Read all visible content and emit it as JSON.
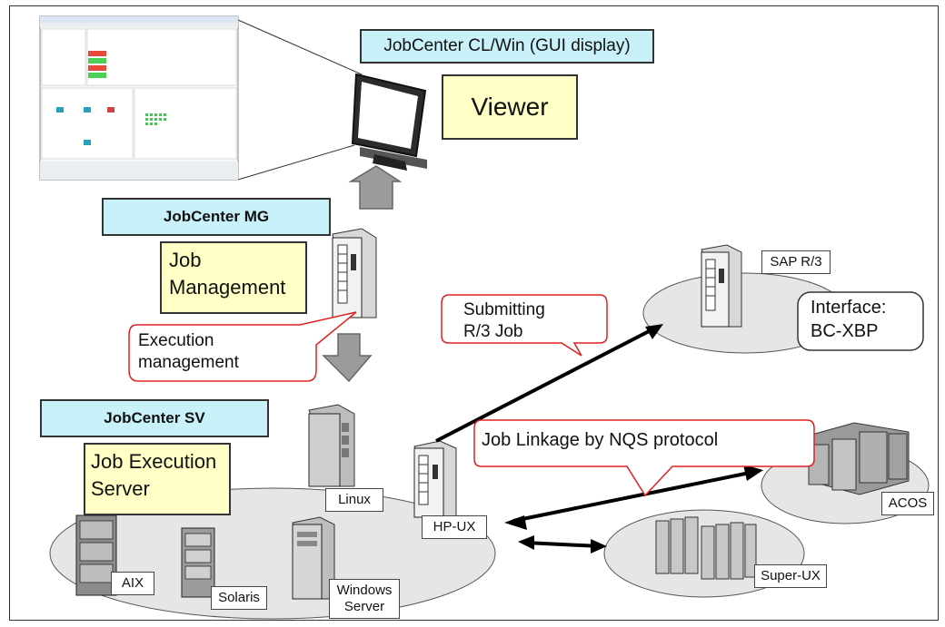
{
  "labels": {
    "gui_display": "JobCenter CL/Win (GUI display)",
    "viewer": "Viewer",
    "mg": "JobCenter MG",
    "job_management": "Job\nManagement",
    "execution_management": "Execution\nmanagement",
    "sv": "JobCenter SV",
    "job_execution_server": "Job Execution\nServer",
    "submitting": "Submitting\nR/3 Job",
    "sap": "SAP R/3",
    "interface": "Interface:\nBC-XBP",
    "nqs": "Job Linkage by NQS protocol",
    "linux": "Linux",
    "hpux": "HP-UX",
    "acos": "ACOS",
    "superux": "Super-UX",
    "aix": "AIX",
    "solaris": "Solaris",
    "windows_server": "Windows\nServer"
  },
  "colors": {
    "cyan_box": "#c9f1f9",
    "yellow_box": "#ffffc6",
    "callout_border": "#e02020",
    "ellipse_fill": "#e6e6e6",
    "arrow_gray": "#9b9b9b"
  }
}
